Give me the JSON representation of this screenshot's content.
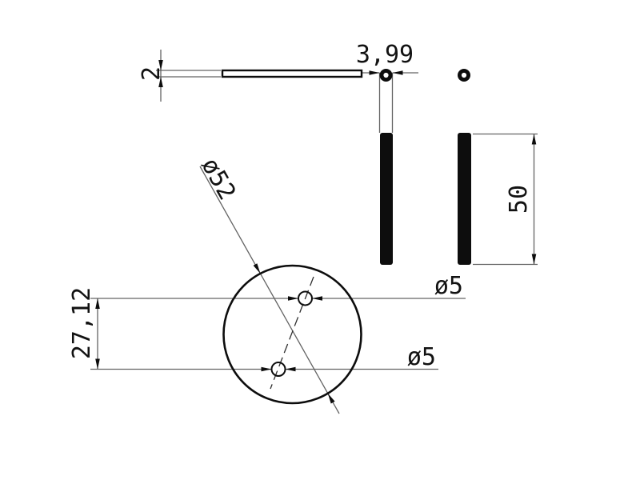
{
  "drawing": {
    "background_color": "#ffffff",
    "outline_color": "#0d0d0d",
    "thin_line_color": "#636363",
    "centerline_color": "#2e2e2e",
    "text_color": "#121212",
    "labels": {
      "plate_thickness": "2",
      "rod_end_diameter": "3,99",
      "rod_length": "50",
      "disc_diameter": "ø52",
      "top_hole_diameter": "ø5",
      "bottom_hole_diameter": "ø5",
      "hole_spacing": "27,12"
    }
  }
}
